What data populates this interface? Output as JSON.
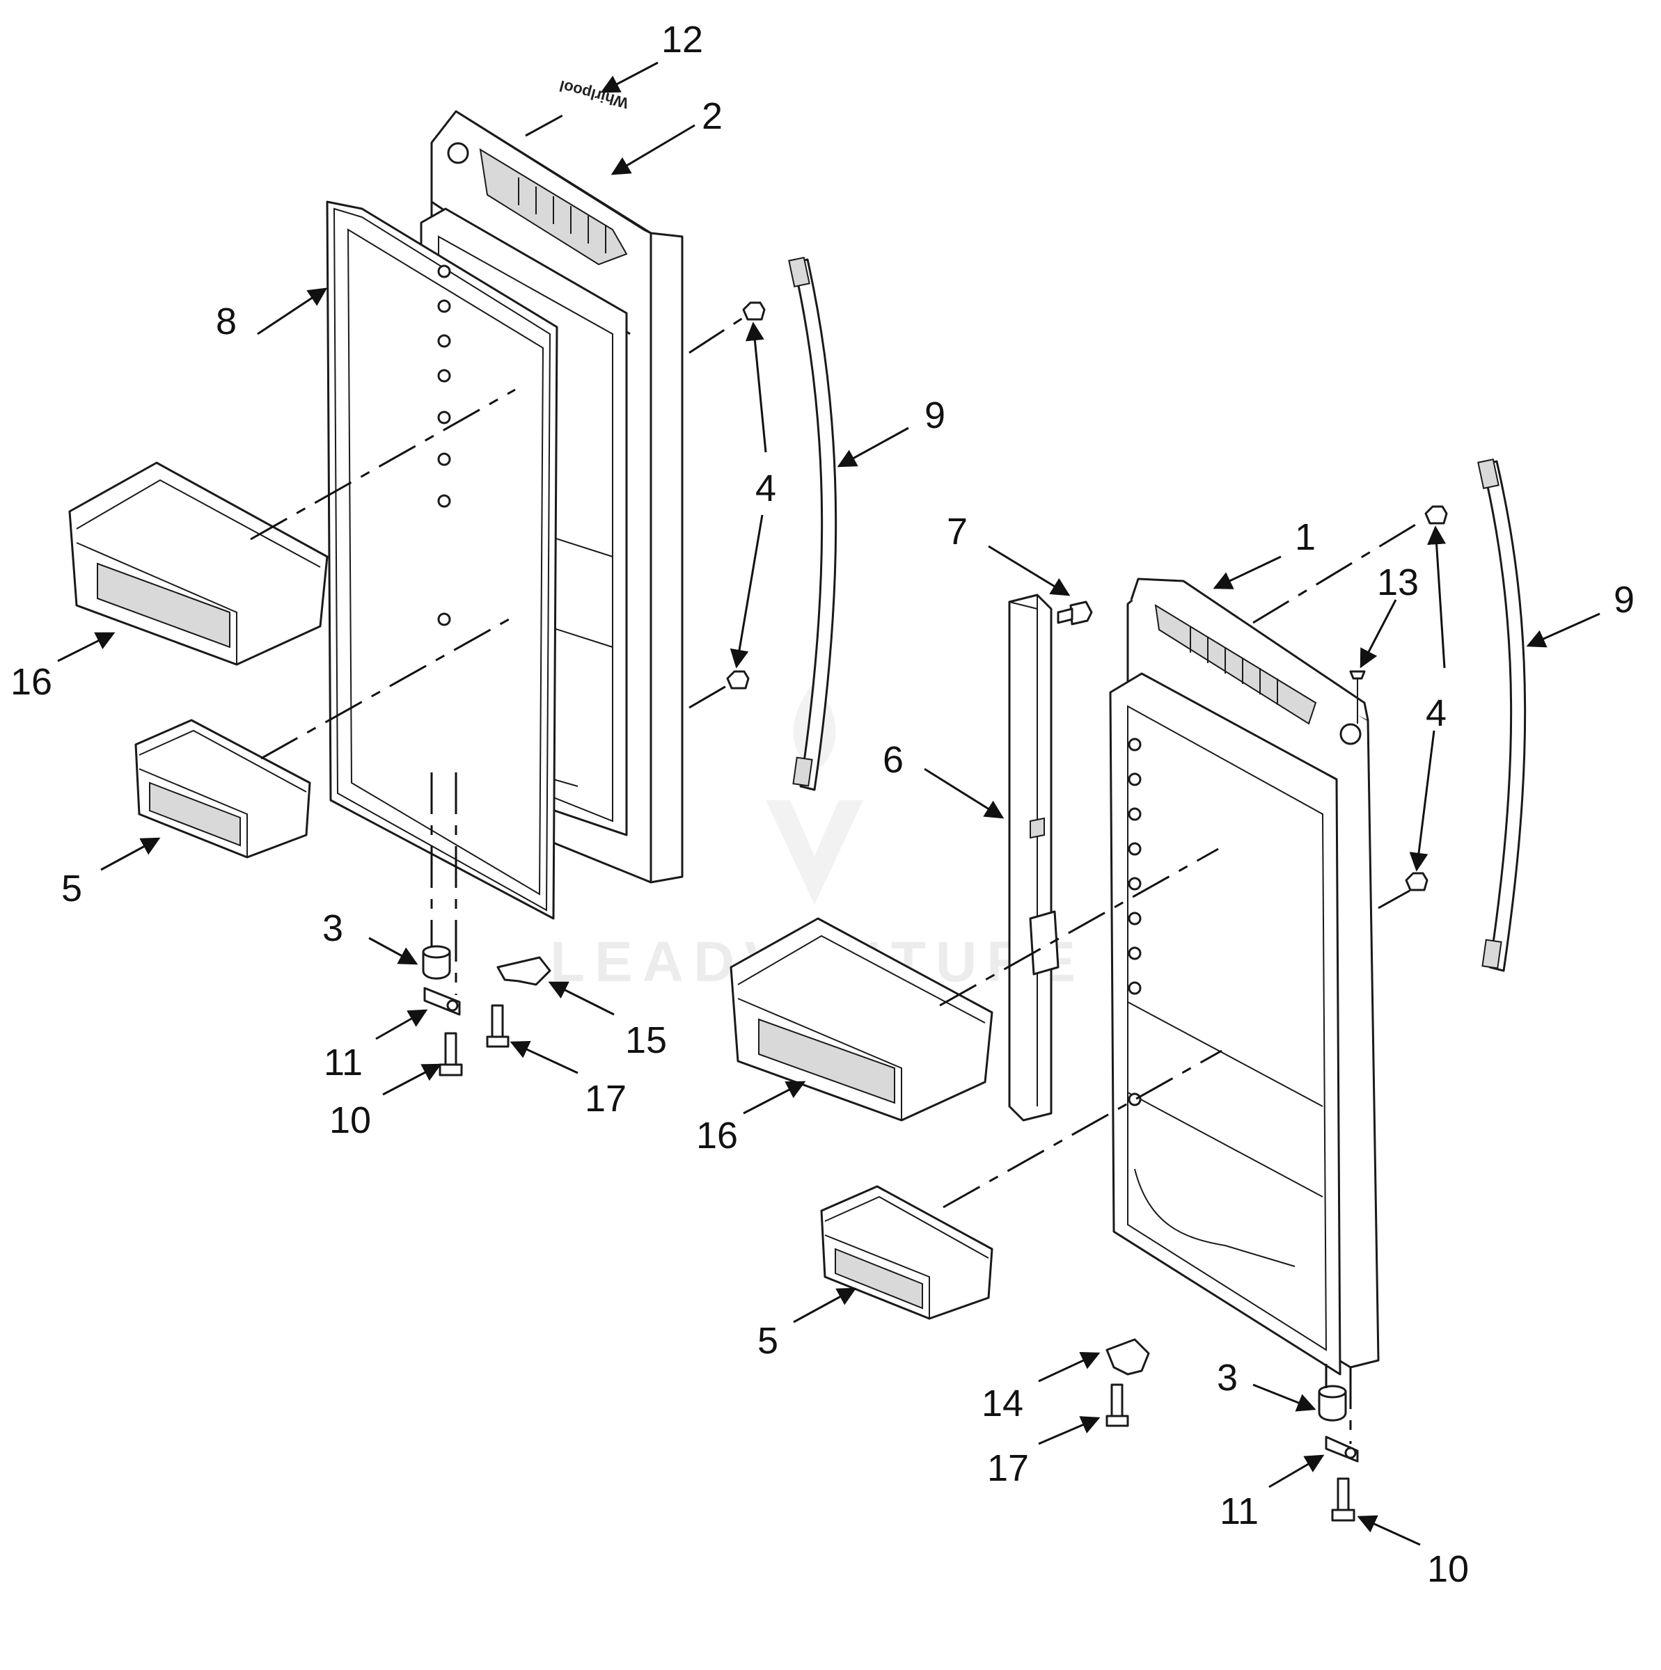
{
  "diagram": {
    "callouts": [
      {
        "id": "c12",
        "label": "12"
      },
      {
        "id": "c2",
        "label": "2"
      },
      {
        "id": "c8",
        "label": "8"
      },
      {
        "id": "c9a",
        "label": "9"
      },
      {
        "id": "c4a",
        "label": "4"
      },
      {
        "id": "c16a",
        "label": "16"
      },
      {
        "id": "c5a",
        "label": "5"
      },
      {
        "id": "c3a",
        "label": "3"
      },
      {
        "id": "c11a",
        "label": "11"
      },
      {
        "id": "c10a",
        "label": "10"
      },
      {
        "id": "c15",
        "label": "15"
      },
      {
        "id": "c17a",
        "label": "17"
      },
      {
        "id": "c7",
        "label": "7"
      },
      {
        "id": "c1",
        "label": "1"
      },
      {
        "id": "c13",
        "label": "13"
      },
      {
        "id": "c9b",
        "label": "9"
      },
      {
        "id": "c4b",
        "label": "4"
      },
      {
        "id": "c6",
        "label": "6"
      },
      {
        "id": "c16b",
        "label": "16"
      },
      {
        "id": "c5b",
        "label": "5"
      },
      {
        "id": "c14",
        "label": "14"
      },
      {
        "id": "c17b",
        "label": "17"
      },
      {
        "id": "c3b",
        "label": "3"
      },
      {
        "id": "c11b",
        "label": "11"
      },
      {
        "id": "c10b",
        "label": "10"
      }
    ],
    "logo_badge": "Whirlpool",
    "watermark": "LEADVENTURE"
  }
}
